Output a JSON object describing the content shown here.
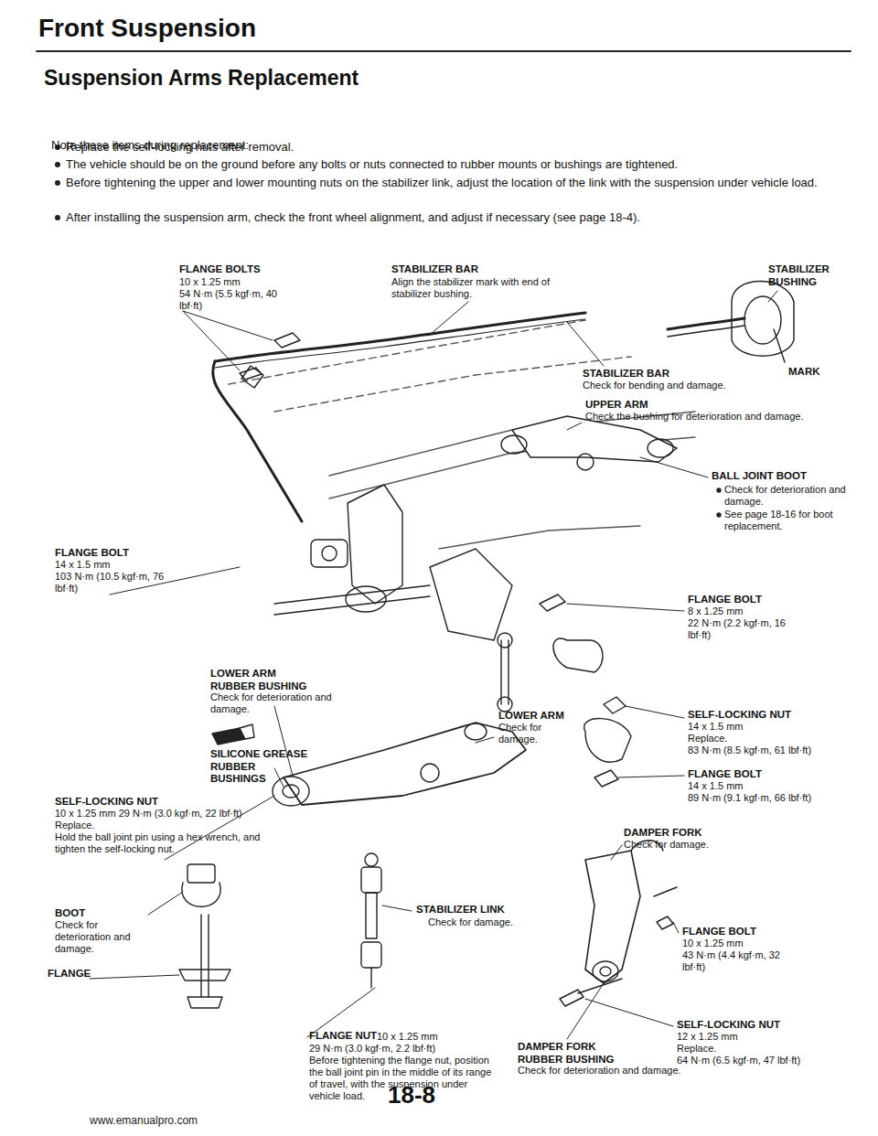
{
  "diagram": {
    "title": "Front Suspension",
    "labels": [
      "Suspension Arms Replacement",
      "Note these items during replacement:",
      "Replace the self-locking nuts after removal.",
      "The vehicle should be on the ground before any bolts or nuts connected to rubber mounts or bushings are tightened.",
      "Before tightening the upper and lower mounting nuts on the stabilizer link, adjust the location of the link with the suspension under vehicle load.",
      "After installing the suspension arm, check the front wheel alignment, and adjust if necessary (see page 18-4).",
      "FLANGE BOLTS",
      "10 x 1.25 mm",
      "54 N·m (5.5 kgf·m, 40 lbf·ft)",
      "STABILIZER BAR",
      "Align the stabilizer mark with end of stabilizer bushing.",
      "STABILIZER BUSHING",
      "MARK",
      "STABILIZER BAR",
      "Check for bending and damage.",
      "UPPER ARM",
      "Check the bushing for deterioration and damage.",
      "BALL JOINT BOOT",
      "Check for deterioration and damage.",
      "See page 18-16 for boot replacement.",
      "FLANGE BOLT",
      "14 x 1.5 mm",
      "103 N·m (10.5 kgf·m, 76 lbf·ft)",
      "FLANGE BOLT",
      "8 x 1.25 mm",
      "22 N·m (2.2 kgf·m, 16 lbf·ft)",
      "LOWER ARM RUBBER BUSHING",
      "Check for deterioration and damage.",
      "LOWER ARM",
      "Check for damage.",
      "SELF-LOCKING NUT",
      "14 x 1.5 mm",
      "Replace.",
      "83 N·m (8.5 kgf·m, 61 lbf·ft)",
      "SILICONE GREASE RUBBER BUSHINGS",
      "FLANGE BOLT",
      "14 x 1.5 mm",
      "89 N·m (9.1 kgf·m, 66 lbf·ft)",
      "SELF-LOCKING NUT",
      "10 x 1.25 mm 29 N·m (3.0 kgf·m, 22 lbf·ft)",
      "Replace.",
      "Hold the ball joint pin using a hex wrench, and tighten the self-locking nut.",
      "DAMPER FORK",
      "Check for damage.",
      "BOOT",
      "Check for deterioration and damage.",
      "STABILIZER LINK",
      "Check for damage.",
      "FLANGE",
      "FLANGE BOLT",
      "10 x 1.25 mm",
      "43 N·m (4.4 kgf·m, 32 lbf·ft)",
      "SELF-LOCKING NUT",
      "12 x 1.25 mm",
      "Replace.",
      "64 N·m (6.5 kgf·m, 47 lbf·ft)",
      "FLANGE NUT",
      "10 x 1.25 mm",
      "29 N·m (3.0 kgf·m, 2.2 lbf·ft)",
      "Before tightening the flange nut, position the ball joint pin in the middle of its range of travel, with the suspension under vehicle load.",
      "DAMPER FORK RUBBER BUSHING",
      "Check for deterioration and damage.",
      "18-8",
      "www.emanualpro.com"
    ]
  }
}
